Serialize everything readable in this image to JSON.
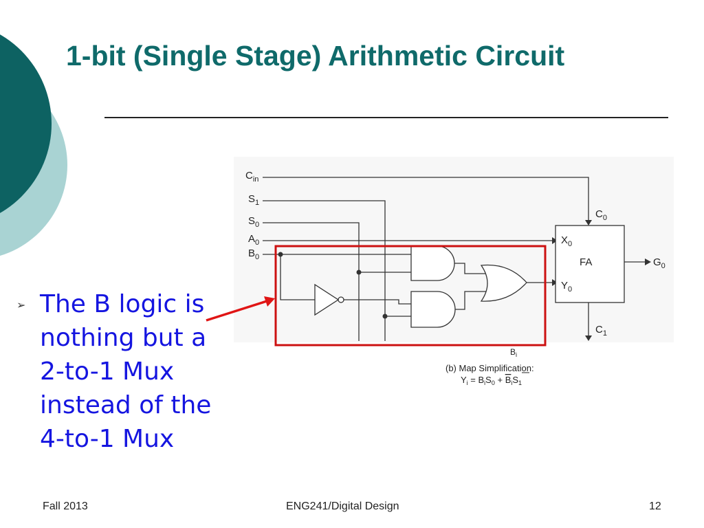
{
  "slide": {
    "title": "1-bit (Single Stage) Arithmetic Circuit",
    "bullet_marker": "➢",
    "bullet_lines": [
      "The B logic is",
      "nothing but a",
      "2-to-1 Mux",
      "instead of the",
      "4-to-1 Mux"
    ]
  },
  "diagram": {
    "inputs": {
      "cin": "C",
      "cin_sub": "in",
      "s1": "S",
      "s1_sub": "1",
      "s0": "S",
      "s0_sub": "0",
      "a0": "A",
      "a0_sub": "0",
      "b0": "B",
      "b0_sub": "0"
    },
    "fa": {
      "label": "FA",
      "c0": "C",
      "c0_sub": "0",
      "x0": "X",
      "x0_sub": "0",
      "y0": "Y",
      "y0_sub": "0",
      "g0": "G",
      "g0_sub": "0",
      "c1": "C",
      "c1_sub": "1"
    },
    "caption": {
      "bi": "B",
      "bi_sub": "i",
      "line1": "(b) Map Simplification:",
      "line2": "Y",
      "line2_sub": "i",
      "line2_eq": " = B",
      "line2_b1_sub": "i",
      "line2_s0": "S",
      "line2_s0_sub": "0",
      "line2_plus": " + ",
      "line2_bbar": "B",
      "line2_bbar_sub": "i",
      "line2_s1": "S",
      "line2_s1_sub": "1"
    },
    "colors": {
      "highlight": "#cc1111",
      "wire": "#333333"
    }
  },
  "footer": {
    "left": "Fall 2013",
    "center": "ENG241/Digital Design",
    "right": "12"
  }
}
